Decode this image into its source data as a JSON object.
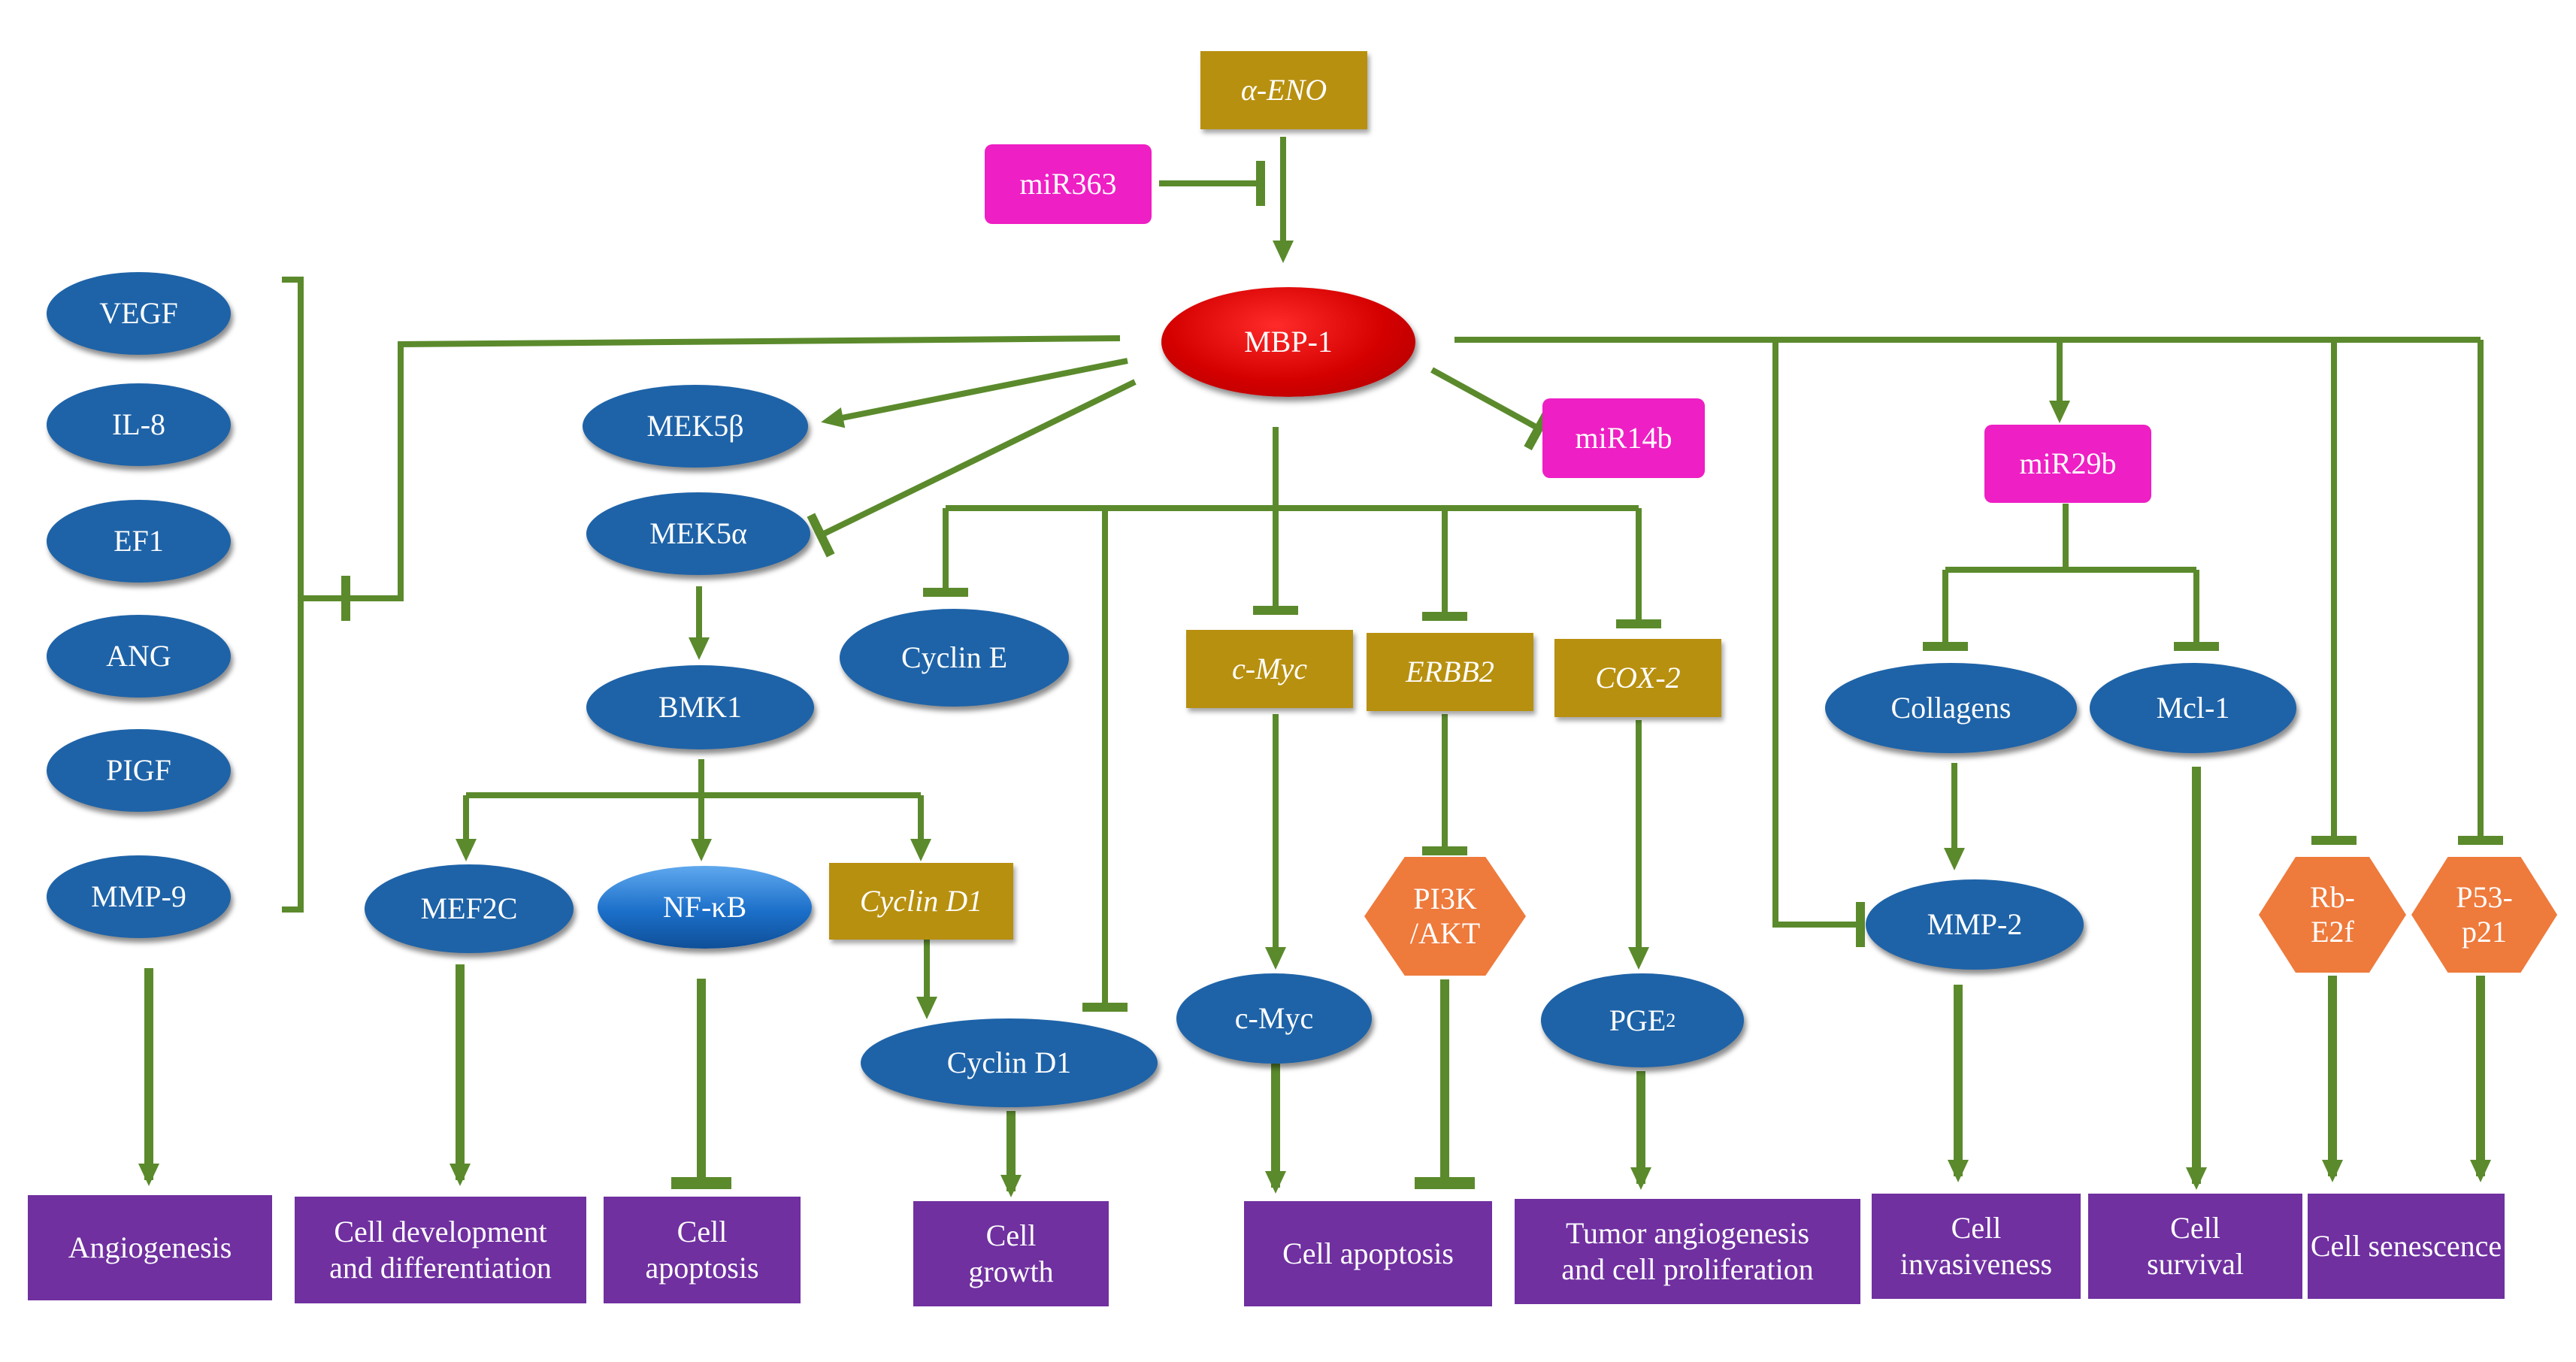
{
  "nodes": {
    "alpha_eno": "α-ENO",
    "mir363": "miR363",
    "mbp1": "MBP-1",
    "mir14b": "miR14b",
    "mir29b": "miR29b",
    "vegf": "VEGF",
    "il8": "IL-8",
    "ef1": "EF1",
    "ang": "ANG",
    "pigf": "PIGF",
    "mmp9": "MMP-9",
    "mek5b": "MEK5β",
    "mek5a": "MEK5α",
    "bmk1": "BMK1",
    "mef2c": "MEF2C",
    "nfkb": "NF-κB",
    "cyclin_d1_gene": "Cyclin D1",
    "cyclin_e": "Cyclin E",
    "cyclin_d1": "Cyclin D1",
    "cmyc_gene": "c-Myc",
    "cmyc": "c-Myc",
    "erbb2": "ERBB2",
    "pi3k_akt": "PI3K /AKT",
    "cox2": "COX-2",
    "pge2": "PGE",
    "pge2_sub": "2",
    "collagens": "Collagens",
    "mcl1": "Mcl-1",
    "mmp2": "MMP-2",
    "rb_e2f": "Rb- E2f",
    "p53_p21": "P53- p21"
  },
  "outcomes": {
    "angiogenesis": "Angiogenesis",
    "cell_dev": "Cell development and differentiation",
    "cell_apoptosis_1": "Cell apoptosis",
    "cell_growth": "Cell growth",
    "cell_apoptosis_2": "Cell apoptosis",
    "tumor": "Tumor angiogenesis and cell proliferation",
    "invasiveness": "Cell invasiveness",
    "survival": "Cell survival",
    "senescence": "Cell senescence"
  },
  "colors": {
    "connector": "#5b8a2c",
    "ellipse": "#1e63a8",
    "gene_box": "#b8900f",
    "mirna": "#ee1fc4",
    "hexagon": "#ee7a3c",
    "outcome": "#7030a0",
    "mbp1": "#d40000"
  }
}
